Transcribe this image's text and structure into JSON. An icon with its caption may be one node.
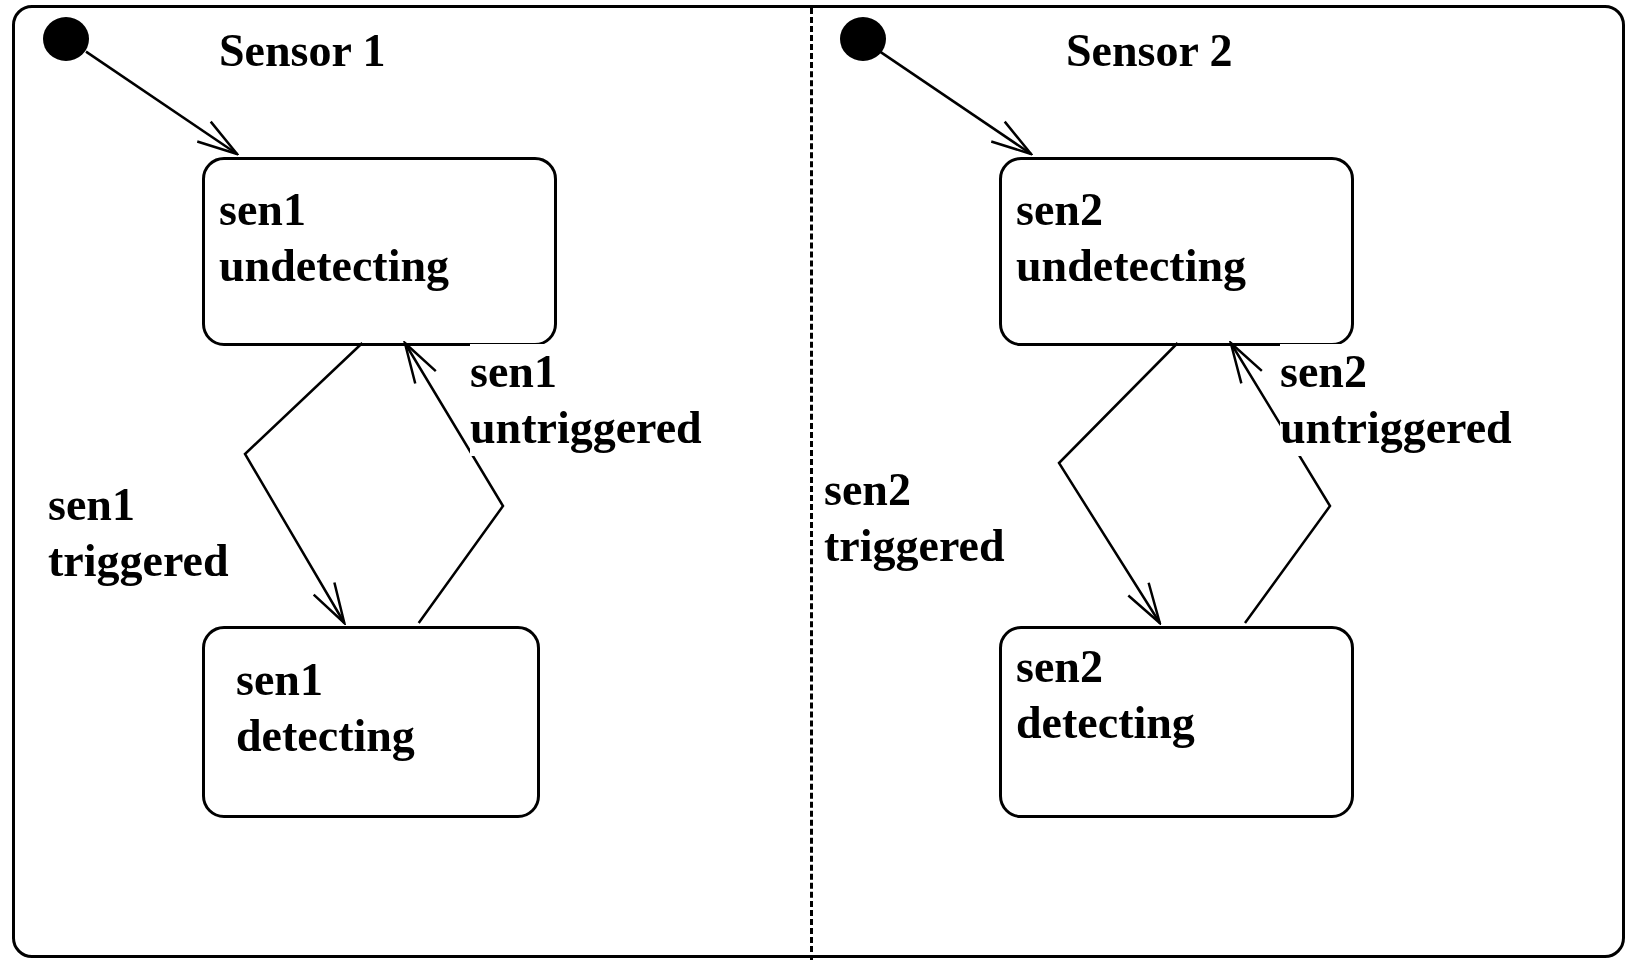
{
  "diagram": {
    "nodes": [
      {
        "text": [],
        "shape": "box"
      },
      {
        "text": [
          "Sensor 1"
        ],
        "in": 0
      },
      {
        "text": [],
        "shape": "circle",
        "in": 1
      },
      {
        "text": [
          "sen1 undetecting"
        ],
        "in": 1
      },
      {
        "text": [
          "sen1 detecting"
        ],
        "in": 1
      },
      {
        "text": [
          "Sensor 2"
        ],
        "in": 0
      },
      {
        "text": [],
        "shape": "circle",
        "in": 5
      },
      {
        "text": [
          "sen2 undetecting"
        ],
        "in": 5
      },
      {
        "text": [
          "sen2 detecting"
        ],
        "in": 5
      }
    ],
    "edges": [
      {
        "from": 2,
        "to": 3,
        "arrow": "to"
      },
      {
        "from": 3,
        "to": 4,
        "arrow": "to",
        "label": "sen1 triggered"
      },
      {
        "from": 4,
        "to": 3,
        "arrow": "to",
        "label": "sen1 untriggered"
      },
      {
        "from": 6,
        "to": 7,
        "arrow": "to"
      },
      {
        "from": 7,
        "to": 8,
        "arrow": "to",
        "label": "sen2 triggered"
      },
      {
        "from": 8,
        "to": 7,
        "arrow": "to",
        "label": "sen2 untriggered"
      }
    ]
  }
}
